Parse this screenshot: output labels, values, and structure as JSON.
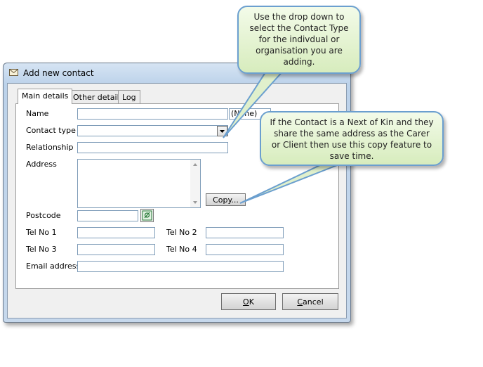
{
  "dialog": {
    "title": "Add new contact",
    "tabs": [
      {
        "label": "Main details",
        "active": true
      },
      {
        "label": "Other details",
        "active": false
      },
      {
        "label": "Log",
        "active": false
      }
    ],
    "form": {
      "name_label": "Name",
      "name_value": "",
      "name_suffix": "(None)",
      "contact_type_label": "Contact type",
      "contact_type_value": "",
      "relationship_label": "Relationship",
      "relationship_value": "",
      "address_label": "Address",
      "address_value": "",
      "copy_button": "Copy...",
      "postcode_label": "Postcode",
      "postcode_value": "",
      "tel1_label": "Tel No 1",
      "tel2_label": "Tel No 2",
      "tel3_label": "Tel No 3",
      "tel4_label": "Tel No 4",
      "email_label": "Email address"
    },
    "buttons": {
      "ok_mnemonic": "O",
      "ok_rest": "K",
      "cancel_mnemonic": "C",
      "cancel_rest": "ancel"
    }
  },
  "callouts": {
    "contact_type": "Use the drop down to select the Contact Type for the indivdual or organisation you are adding.",
    "copy": "If the Contact is a Next of Kin and they share the same address as the Carer or Client then use this copy feature to save time."
  },
  "colors": {
    "callout_border": "#6b9fcf",
    "callout_fill": "#e6f4d4",
    "field_border": "#7f9db9"
  }
}
